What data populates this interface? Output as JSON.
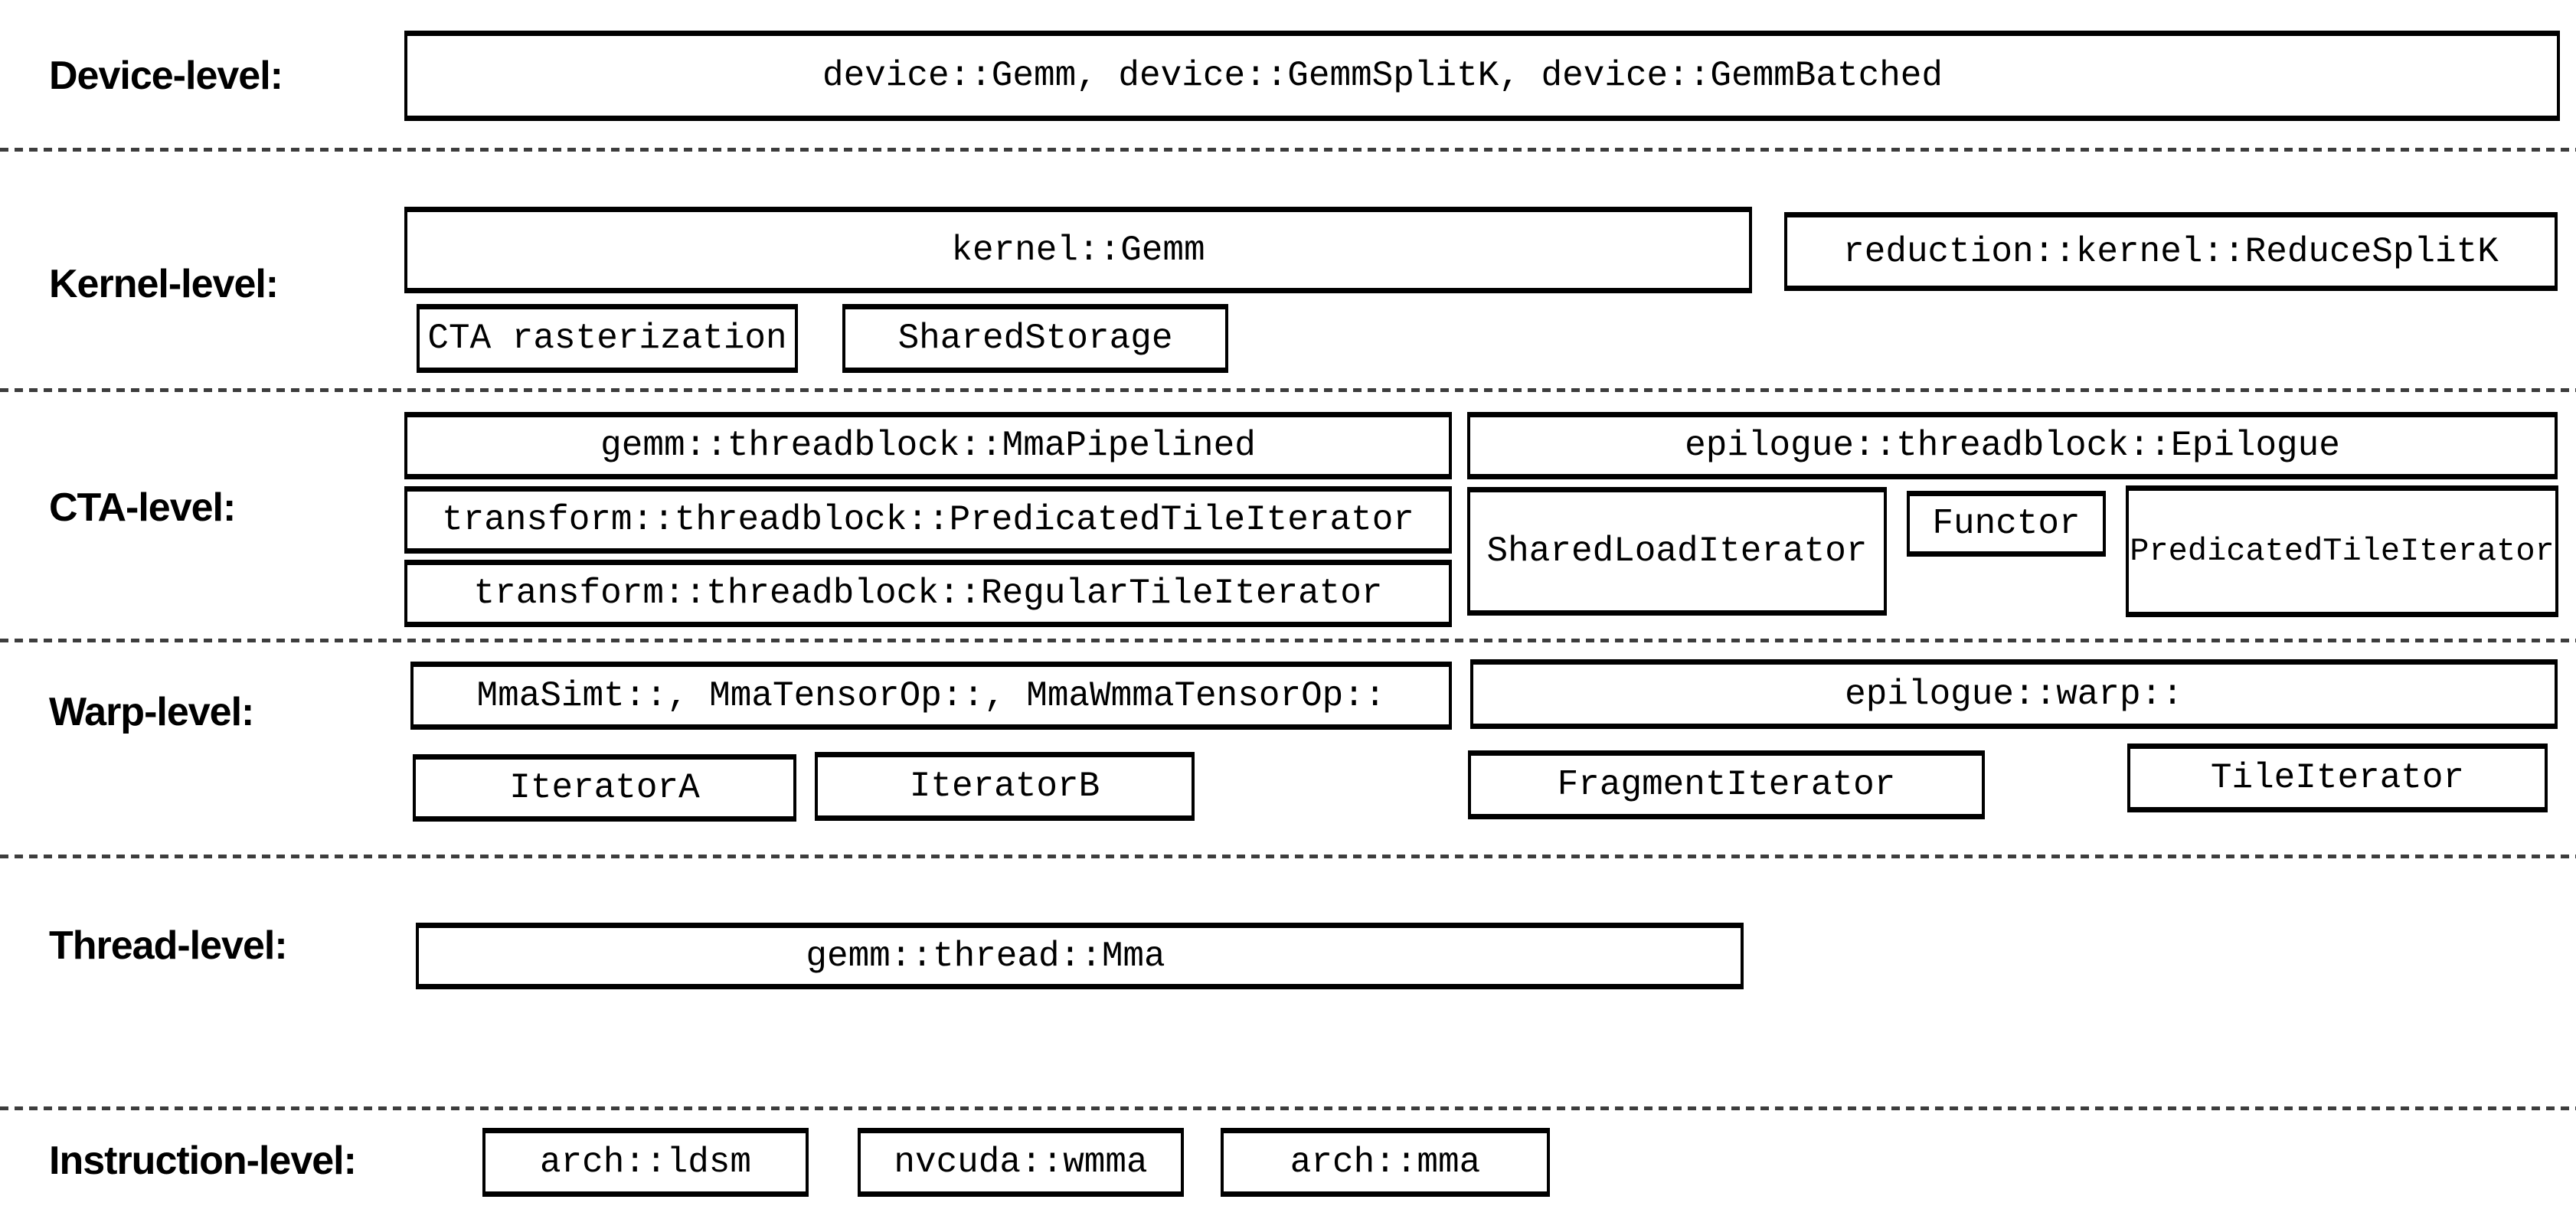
{
  "labels": {
    "device": "Device-level:",
    "kernel": "Kernel-level:",
    "cta": "CTA-level:",
    "warp": "Warp-level:",
    "thread": "Thread-level:",
    "instruction": "Instruction-level:"
  },
  "boxes": {
    "device_apis": "device::Gemm, device::GemmSplitK, device::GemmBatched",
    "kernel_gemm": "kernel::Gemm",
    "reduce_splitk": "reduction::kernel::ReduceSplitK",
    "cta_rasterization": "CTA rasterization",
    "shared_storage": "SharedStorage",
    "mma_pipelined": "gemm::threadblock::MmaPipelined",
    "transform_predicated_tile_iterator": "transform::threadblock::PredicatedTileIterator",
    "transform_regular_tile_iterator": "transform::threadblock::RegularTileIterator",
    "epilogue_threadblock": "epilogue::threadblock::Epilogue",
    "shared_load_iterator": "SharedLoadIterator",
    "functor": "Functor",
    "epilogue_predicated_tile_iterator": "PredicatedTileIterator",
    "warp_mma_variants": "MmaSimt::, MmaTensorOp::, MmaWmmaTensorOp::",
    "iterator_a": "IteratorA",
    "iterator_b": "IteratorB",
    "epilogue_warp": "epilogue::warp::",
    "fragment_iterator": "FragmentIterator",
    "tile_iterator": "TileIterator",
    "thread_mma": "gemm::thread::Mma",
    "arch_ldsm": "arch::ldsm",
    "nvcuda_wmma": "nvcuda::wmma",
    "arch_mma": "arch::mma"
  },
  "colors": {
    "background": "#ffffff",
    "box_border": "#000000",
    "text": "#000000",
    "separator": "#3d3d3d"
  }
}
